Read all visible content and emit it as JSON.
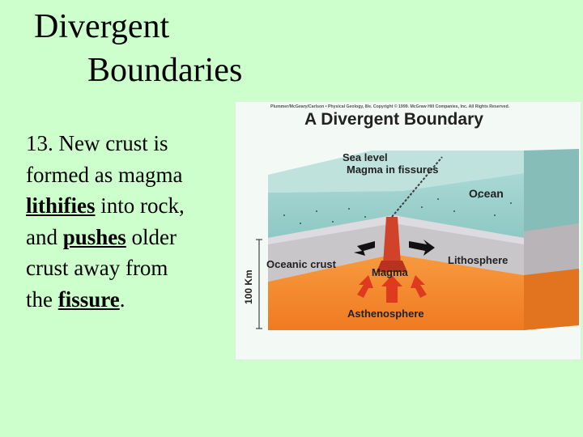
{
  "slide": {
    "title_line1": "Divergent",
    "title_line2": "Boundaries",
    "body": {
      "l1": "13.  New crust is",
      "l2": "formed as magma",
      "l3_key": "lithifies",
      "l3_rest": " into rock,",
      "l4_pre": "and ",
      "l4_key": "pushes",
      "l4_rest": " older",
      "l5": "crust away from",
      "l6_pre": " the ",
      "l6_key": "fissure",
      "l6_rest": "."
    }
  },
  "figure": {
    "copyright": "Plummer/McGeary/Carlson • Physical Geology, 8/e. Copyright © 1999. McGraw Hill Companies, Inc. All Rights Reserved.",
    "title": "A Divergent Boundary",
    "labels": {
      "sea_level": "Sea level",
      "magma_fissures": "Magma in fissures",
      "ocean": "Ocean",
      "oceanic_crust": "Oceanic crust",
      "lithosphere": "Lithosphere",
      "magma": "Magma",
      "asthenosphere": "Asthenosphere",
      "depth": "100 Km"
    },
    "colors": {
      "ocean": "#9fd2cf",
      "ocean_top": "#bfe2dd",
      "lithosphere": "#c9c6c9",
      "asthenosphere": "#f58a2c",
      "arrow": "#e03a1e"
    }
  }
}
